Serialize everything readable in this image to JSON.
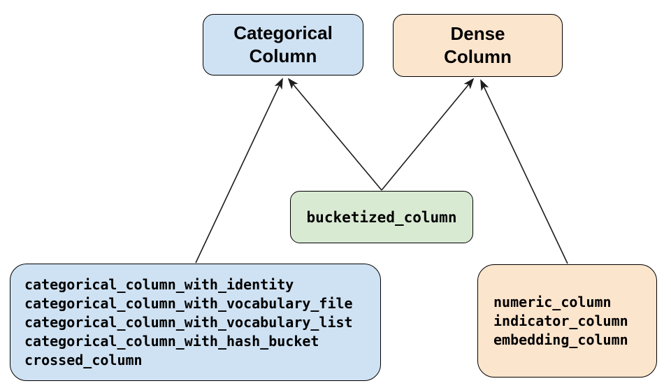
{
  "colors": {
    "categorical_fill": "#cfe2f3",
    "dense_fill": "#fce5cd",
    "bucketized_fill": "#d9ead3",
    "border": "#000000",
    "arrow": "#1c1c1c",
    "text": "#000000",
    "background": "#ffffff"
  },
  "nodes": {
    "categorical": {
      "title": "Categorical\nColumn"
    },
    "dense": {
      "title": "Dense\nColumn"
    },
    "bucketized": {
      "label": "bucketized_column"
    },
    "categorical_apis": {
      "lines": [
        "categorical_column_with_identity",
        "categorical_column_with_vocabulary_file",
        "categorical_column_with_vocabulary_list",
        "categorical_column_with_hash_bucket",
        "crossed_column"
      ]
    },
    "dense_apis": {
      "lines": [
        "numeric_column",
        "indicator_column",
        "embedding_column"
      ]
    }
  },
  "edges": [
    {
      "from": "categorical_apis",
      "to": "categorical"
    },
    {
      "from": "bucketized",
      "to": "categorical"
    },
    {
      "from": "bucketized",
      "to": "dense"
    },
    {
      "from": "dense_apis",
      "to": "dense"
    }
  ]
}
